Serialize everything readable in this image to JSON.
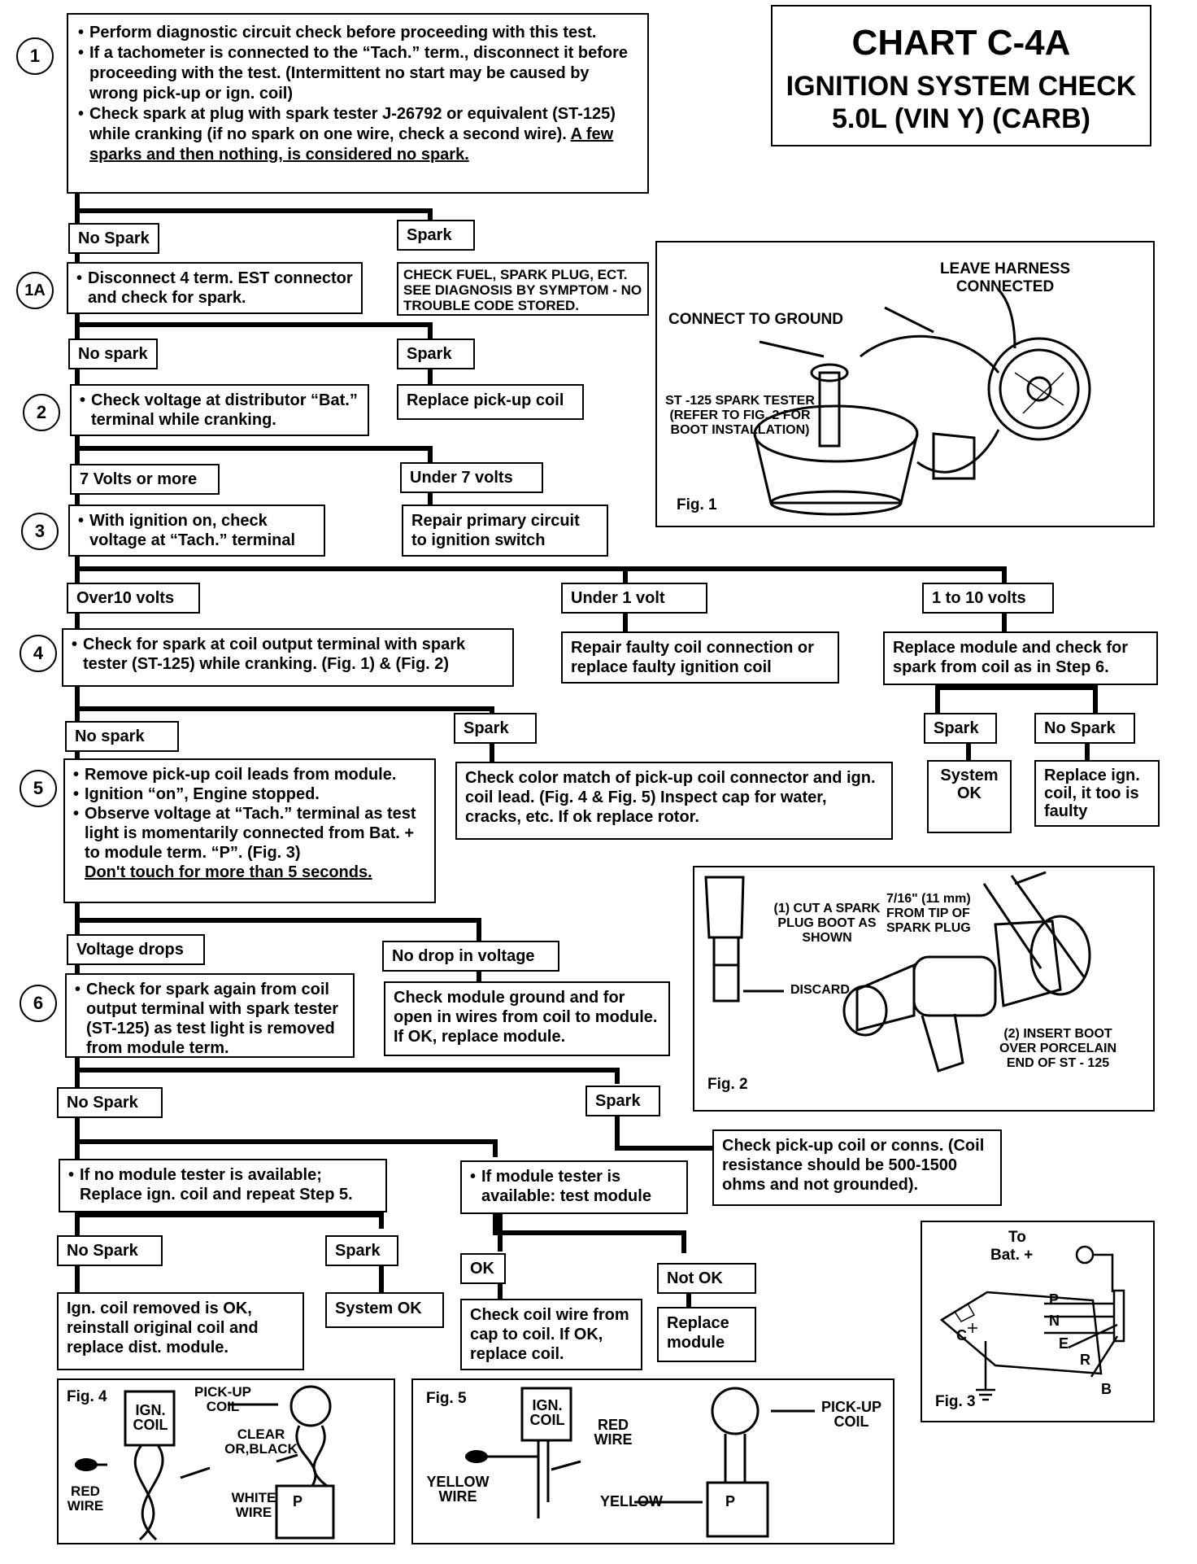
{
  "title": {
    "chart": "CHART C-4A",
    "line1": "IGNITION SYSTEM CHECK",
    "line2": "5.0L  (VIN Y)  (CARB)"
  },
  "steps": {
    "s1": "1",
    "s1a": "1A",
    "s2": "2",
    "s3": "3",
    "s4": "4",
    "s5": "5",
    "s6": "6"
  },
  "box1": {
    "b1": "Perform diagnostic circuit check before proceeding with this test.",
    "b2": "If a tachometer is connected to the “Tach.” term., disconnect it before proceeding with the test. (Intermittent no start may be caused by wrong pick-up or ign. coil)",
    "b3a": "Check spark at plug with spark tester J-26792 or equivalent (ST-125) while cranking  (if no spark on one wire, check a second wire).  ",
    "b3b": "A few sparks and then nothing, is considered no spark."
  },
  "labels": {
    "no_spark_1": "No Spark",
    "spark_1": "Spark",
    "no_spark_1a": "No spark",
    "spark_1a": "Spark",
    "volts7": "7 Volts or more",
    "under7": "Under 7 volts",
    "over10": "Over10 volts",
    "under1": "Under 1 volt",
    "one_to_ten": "1 to 10 volts",
    "no_spark_4": "No spark",
    "spark_4": "Spark",
    "spark_m": "Spark",
    "no_spark_m": "No Spark",
    "volt_drops": "Voltage drops",
    "no_drop": "No drop in voltage",
    "no_spark_6": "No Spark",
    "spark_6": "Spark",
    "no_spark_7": "No Spark",
    "spark_7": "Spark",
    "ok": "OK",
    "not_ok": "Not OK"
  },
  "boxes": {
    "check_fuel": "CHECK FUEL, SPARK PLUG, ECT. SEE DIAGNOSIS BY SYMPTOM - NO TROUBLE CODE STORED.",
    "step1a": "Disconnect 4 term. EST connector and check for spark.",
    "replace_pickup": "Replace pick-up coil",
    "step2": "Check voltage at distributor “Bat.” terminal while cranking.",
    "step3": "With ignition on, check voltage at “Tach.” terminal",
    "repair_primary": "Repair primary circuit to ignition switch",
    "step4": "Check for spark at coil output terminal with spark tester (ST-125) while cranking.  (Fig. 1) & (Fig. 2)",
    "repair_coil": "Repair faulty coil connection or replace faulty ignition coil",
    "replace_module": "Replace module and check for spark from coil as in Step 6.",
    "system_ok_m": "System OK",
    "replace_ign": "Replace ign. coil, it too is faulty",
    "color_match": "Check color match of pick-up coil connector and ign. coil lead. (Fig. 4 & Fig. 5)  Inspect cap for water, cracks, etc.  If  ok replace rotor.",
    "step5_b1": "Remove pick-up coil leads from module.",
    "step5_b2": "Ignition “on”, Engine stopped.",
    "step5_b3": "Observe voltage at “Tach.” terminal as test light is momentarily connected from Bat. + to module term. “P”. (Fig. 3)",
    "step5_u": "Don't touch for more than 5 seconds.",
    "step6": "Check for spark again from coil output terminal with spark tester (ST-125) as test light is removed from module term.",
    "module_ground": "Check module ground and for open in wires from coil to module.  If OK, replace module.",
    "pickup_conns": "Check pick-up  coil or conns. (Coil resistance should be 500-1500  ohms and not grounded).",
    "no_tester": "If no module tester is available; Replace ign. coil and repeat Step 5.",
    "tester": "If module tester is available: test module",
    "coil_removed": "Ign. coil removed is OK, reinstall original coil and replace dist. module.",
    "system_ok": "System OK",
    "check_wire": "Check coil wire from cap to coil.  If OK, replace coil.",
    "replace_mod2": "Replace module"
  },
  "fig1": {
    "label": "Fig. 1",
    "leave": "LEAVE HARNESS CONNECTED",
    "ground": "CONNECT TO GROUND",
    "tester": "ST -125 SPARK TESTER (REFER TO FIG. 2 FOR BOOT INSTALLATION)"
  },
  "fig2": {
    "label": "Fig. 2",
    "cut": "(1) CUT A SPARK PLUG BOOT AS SHOWN",
    "dim": "7/16\" (11 mm) FROM TIP OF SPARK PLUG",
    "discard": "DISCARD",
    "insert": "(2) INSERT BOOT OVER PORCELAIN END OF ST - 125"
  },
  "fig3": {
    "label": "Fig. 3",
    "to": "To",
    "bat": "Bat. +",
    "p": "P",
    "n": "N",
    "e": "E",
    "r": "R",
    "b": "B",
    "c": "C"
  },
  "fig4": {
    "label": "Fig. 4",
    "ign": "IGN. COIL",
    "pickup": "PICK-UP COIL",
    "clear": "CLEAR OR,BLACK",
    "red": "RED WIRE",
    "white": "WHITE WIRE",
    "p": "P"
  },
  "fig5": {
    "label": "Fig. 5",
    "ign": "IGN. COIL",
    "red": "RED WIRE",
    "yellow_wire": "YELLOW WIRE",
    "pickup": "PICK-UP COIL",
    "yellow": "YELLOW",
    "p": "P"
  }
}
